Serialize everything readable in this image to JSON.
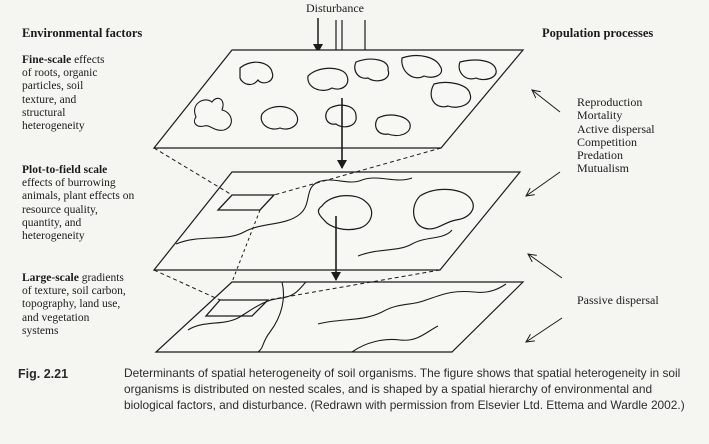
{
  "figure": {
    "disturbance_label": "Disturbance",
    "left_heading": "Environmental factors",
    "right_heading": "Population processes",
    "fine_scale": {
      "bold": "Fine-scale",
      "lines": [
        " effects",
        "of roots, organic",
        "particles, soil",
        "texture, and",
        "structural",
        "heterogeneity"
      ]
    },
    "plot_scale": {
      "bold": "Plot-to-field scale",
      "lines": [
        "effects of burrowing",
        "animals, plant effects on",
        "resource quality,",
        "quantity, and",
        "heterogeneity"
      ]
    },
    "large_scale": {
      "bold": "Large-scale",
      "lines": [
        " gradients",
        "of texture, soil carbon,",
        "topography, land use,",
        "and vegetation",
        "systems"
      ]
    },
    "processes_upper": [
      "Reproduction",
      "Mortality",
      "Active dispersal",
      "Competition",
      "Predation",
      "Mutualism"
    ],
    "processes_lower": [
      "Passive dispersal"
    ]
  },
  "caption": {
    "label": "Fig. 2.21",
    "text": "Determinants of spatial heterogeneity of soil organisms. The figure shows that spatial heterogeneity in soil organisms is distributed on nested scales, and is shaped by a spatial hierarchy of environmental and biological factors, and disturbance. (Redrawn with permission from Elsevier Ltd. Ettema and Wardle 2002.)"
  },
  "colors": {
    "background": "#f5f5f1",
    "ink": "#1b1b1b"
  }
}
